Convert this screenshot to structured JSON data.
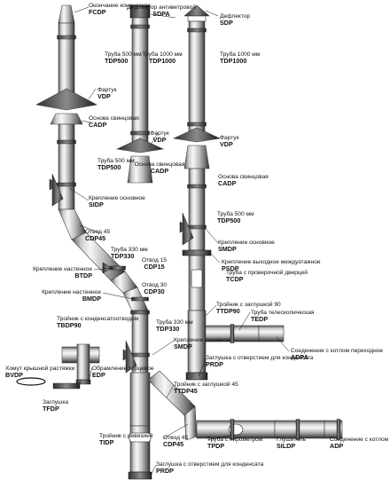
{
  "colors": {
    "metal_light": "#f4f4f4",
    "metal_mid": "#b9b9b9",
    "metal_dark": "#3a3a3a",
    "ink": "#111111",
    "background": "#ffffff"
  },
  "components": [
    {
      "id": "fcdp",
      "name": "Окончание коническое",
      "code": "FCDP"
    },
    {
      "id": "sdpa",
      "name": "Дефлектор антиветровой",
      "code": "SDPA"
    },
    {
      "id": "sdp",
      "name": "Дефлектор",
      "code": "SDP"
    },
    {
      "id": "tdp500a",
      "name": "Труба 500 мм",
      "code": "TDP500"
    },
    {
      "id": "tdp1000a",
      "name": "Труба 1000 мм",
      "code": "TDP1000"
    },
    {
      "id": "tdp1000b",
      "name": "Труба 1000 мм",
      "code": "TDP1000"
    },
    {
      "id": "vdpa",
      "name": "Фартук",
      "code": "VDP"
    },
    {
      "id": "cadpa",
      "name": "Основа свинцовая",
      "code": "CADP"
    },
    {
      "id": "vdpb",
      "name": "Фартук",
      "code": "VDP"
    },
    {
      "id": "vdpc",
      "name": "Фартук",
      "code": "VDP"
    },
    {
      "id": "tdp500b",
      "name": "Труба 500 мм",
      "code": "TDP500"
    },
    {
      "id": "cadpb",
      "name": "Основа свинцовая",
      "code": "CADP"
    },
    {
      "id": "cadpc",
      "name": "Основа свинцовая",
      "code": "CADP"
    },
    {
      "id": "sidp",
      "name": "Крепление основное",
      "code": "SIDP"
    },
    {
      "id": "tdp500c",
      "name": "Труба 500 мм",
      "code": "TDP500"
    },
    {
      "id": "cdp45a",
      "name": "Отвод 45",
      "code": "CDP45"
    },
    {
      "id": "smdpa",
      "name": "Крепление основное",
      "code": "SMDP"
    },
    {
      "id": "tdp330a",
      "name": "Труба 330 мм",
      "code": "TDP330"
    },
    {
      "id": "psdp",
      "name": "Крепление выходное междуэтажное",
      "code": "PSDP"
    },
    {
      "id": "cdp15",
      "name": "Отвод 15",
      "code": "CDP15"
    },
    {
      "id": "btdp",
      "name": "Крепление настенное",
      "code": "BTDP"
    },
    {
      "id": "tcdp",
      "name": "Труба с проверочной дверцей",
      "code": "TCDP"
    },
    {
      "id": "cdp30",
      "name": "Отвод 30",
      "code": "CDP30"
    },
    {
      "id": "bmdp",
      "name": "Крепление настенное",
      "code": "BMDP"
    },
    {
      "id": "ttdp90",
      "name": "Тройник с заглушкой 90",
      "code": "TTDP90"
    },
    {
      "id": "tedp",
      "name": "Труба телескопическая",
      "code": "TEDP"
    },
    {
      "id": "tbdp90",
      "name": "Тройник с конденсатоотводом",
      "code": "TBDP90"
    },
    {
      "id": "tdp330b",
      "name": "Труба 330 мм",
      "code": "TDP330"
    },
    {
      "id": "smdpb",
      "name": "Крепление основное",
      "code": "SMDP"
    },
    {
      "id": "adpa",
      "name": "Соединение с котлом переходное",
      "code": "ADPA"
    },
    {
      "id": "edp",
      "name": "Обрамление торцевое",
      "code": "EDP"
    },
    {
      "id": "prdpa",
      "name": "Заглушка с отверстием для конденсата",
      "code": "PRDP"
    },
    {
      "id": "bvdp",
      "name": "Хомут крышной растяжки",
      "code": "BVDP"
    },
    {
      "id": "tfdp",
      "name": "Заглушка",
      "code": "TFDP"
    },
    {
      "id": "ttdp45",
      "name": "Тройник с заглушкой 45",
      "code": "TTDP45"
    },
    {
      "id": "tidp",
      "name": "Тройник с ревизией",
      "code": "TIDP"
    },
    {
      "id": "cdp45b",
      "name": "Отвод 45",
      "code": "CDP45"
    },
    {
      "id": "tpdp",
      "name": "Труба с пирометром",
      "code": "TPDP"
    },
    {
      "id": "sildp",
      "name": "Глушитель",
      "code": "SILDP"
    },
    {
      "id": "adp",
      "name": "Соединение с котлом",
      "code": "ADP"
    },
    {
      "id": "prdpb",
      "name": "Заглушка с отверстием для конденсата",
      "code": "PRDP"
    }
  ]
}
